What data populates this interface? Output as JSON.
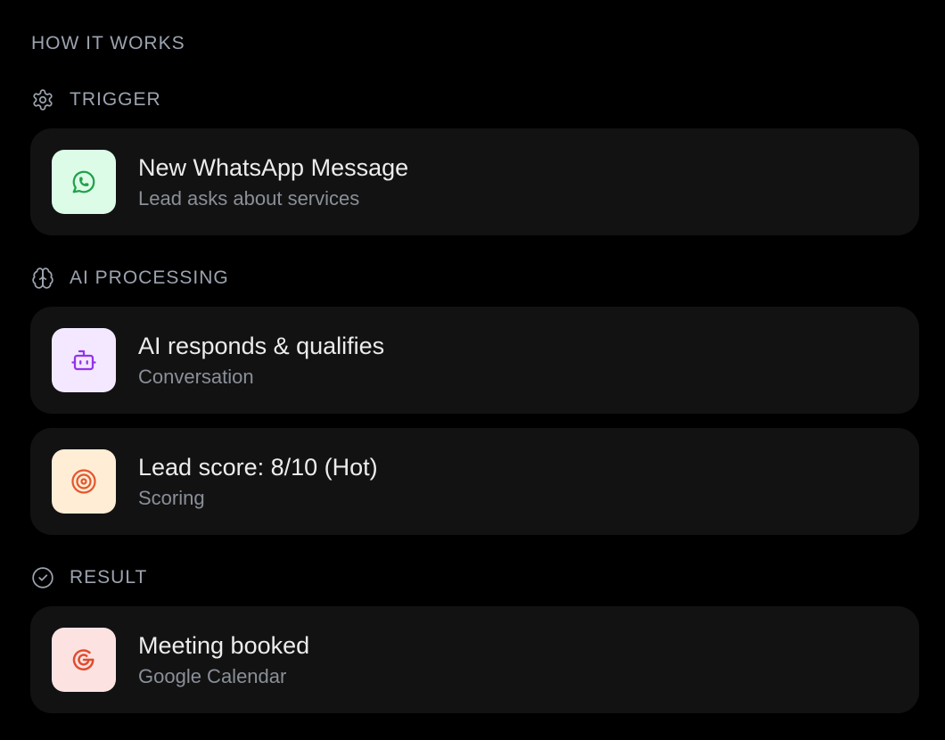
{
  "section_title": "HOW IT WORKS",
  "colors": {
    "background": "#000000",
    "card": "#121212",
    "muted_text": "#9ca3af",
    "title_text": "#ececec",
    "whatsapp_green": "#22a04b",
    "ai_purple": "#9333ea",
    "score_orange": "#e4572e",
    "google_red": "#e04d2d"
  },
  "groups": {
    "trigger": {
      "label": "TRIGGER",
      "icon": "gear-icon",
      "items": [
        {
          "title": "New WhatsApp Message",
          "subtitle": "Lead asks about services",
          "icon": "whatsapp-icon"
        }
      ]
    },
    "ai_processing": {
      "label": "AI PROCESSING",
      "icon": "brain-icon",
      "items": [
        {
          "title": "AI responds & qualifies",
          "subtitle": "Conversation",
          "icon": "bot-icon"
        },
        {
          "title": "Lead score: 8/10 (Hot)",
          "subtitle": "Scoring",
          "icon": "target-icon"
        }
      ]
    },
    "result": {
      "label": "RESULT",
      "icon": "check-circle-icon",
      "items": [
        {
          "title": "Meeting booked",
          "subtitle": "Google Calendar",
          "icon": "google-icon"
        }
      ]
    }
  }
}
